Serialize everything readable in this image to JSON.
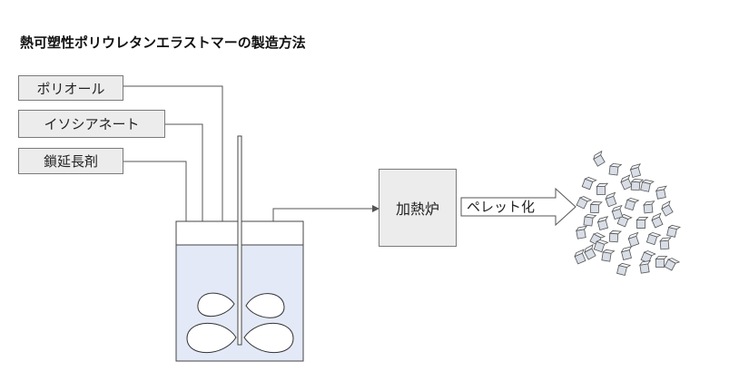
{
  "title": "熱可塑性ポリウレタンエラストマーの製造方法",
  "inputs": [
    {
      "label": "ポリオール"
    },
    {
      "label": "イソシアネート"
    },
    {
      "label": "鎖延長剤"
    }
  ],
  "furnace_label": "加熱炉",
  "process_label": "ペレット化",
  "colors": {
    "tank_fill": "#e3e9f6",
    "box_fill": "#ececec",
    "line": "#555555",
    "pellet_fill": "#d8dde6"
  },
  "icons": [
    "mixing-tank-icon",
    "stirrer-blade-icon",
    "pellet-pile-icon",
    "block-arrow-icon"
  ]
}
